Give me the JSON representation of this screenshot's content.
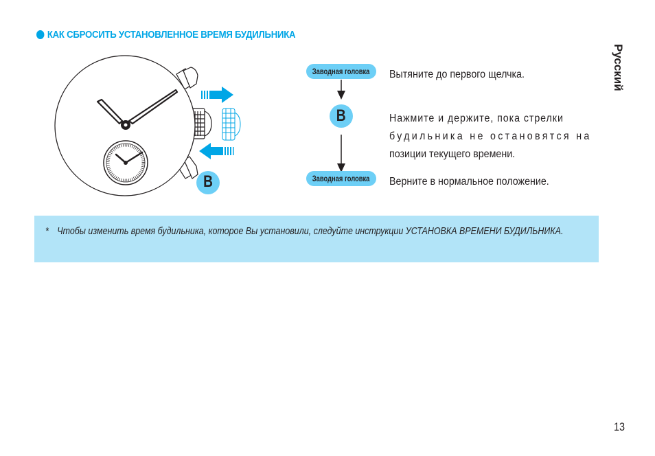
{
  "header": {
    "title": "КАК СБРОСИТЬ УСТАНОВЛЕННОЕ ВРЕМЯ БУДИЛЬНИКА",
    "accent_color": "#00a6e6"
  },
  "side_tab": {
    "language": "Русский"
  },
  "diagram": {
    "button_label": "B",
    "icons": [
      "watch-face-icon",
      "pull-crown-arrow-icon",
      "push-crown-arrow-icon",
      "crown-icon"
    ],
    "highlight_color": "#6dcff6"
  },
  "flow": {
    "steps": [
      {
        "badge": "Заводная головка",
        "text": "Вытяните до первого щелчка."
      },
      {
        "badge": "B",
        "lines": [
          "Нажмите и держите, пока стрелки",
          "будильника не остановятся на",
          "позиции текущего времени."
        ]
      },
      {
        "badge": "Заводная головка",
        "text": "Верните в нормальное положение."
      }
    ]
  },
  "note": {
    "marker": "*",
    "text": "Чтобы изменить время будильника, которое Вы установили, следуйте инструкции УСТАНОВКА ВРЕМЕНИ БУДИЛЬНИКА.",
    "background": "#b2e4f8"
  },
  "footer": {
    "page_number": "13"
  }
}
